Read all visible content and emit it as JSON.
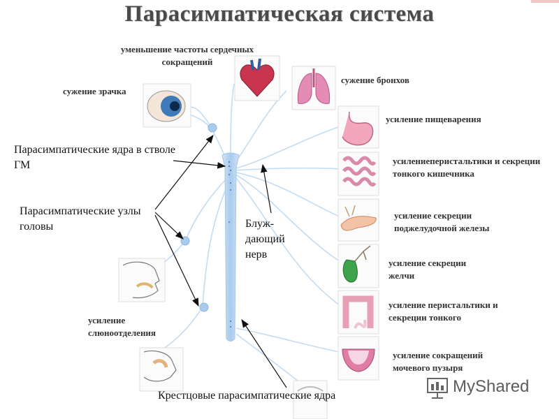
{
  "title": "Парасимпатическая система",
  "effects": {
    "heart_rate": "уменьшение частоты сердечных сокращений",
    "pupil": "сужение зрачка",
    "bronchi": "сужение бронхов",
    "digestion": "усиление пищеварения",
    "intestine": "усилениеперистальтики и секреции тонкого кишечника",
    "pancreas": "усиление секреции поджелудочной железы",
    "bile": "усиление секреции желчи",
    "colon": "усиление перистальтики и секреции тонкого",
    "bladder": "усиление сокращений мочевого пузыря",
    "salivation": "усиление слюноотделения"
  },
  "annotations": {
    "brainstem_nuclei": "Парасимпатические ядра в стволе ГМ",
    "head_ganglia": "Парасимпатические узлы головы",
    "vagus_nerve": "Блуж- дающий нерв",
    "sacral_nuclei": "Крестцовые парасимпатические ядра"
  },
  "watermark": "MyShared",
  "colors": {
    "nerve": "#b9d6f0",
    "spine": "#a9cbed",
    "arrow": "#111111",
    "title": "#4a4a4a"
  }
}
